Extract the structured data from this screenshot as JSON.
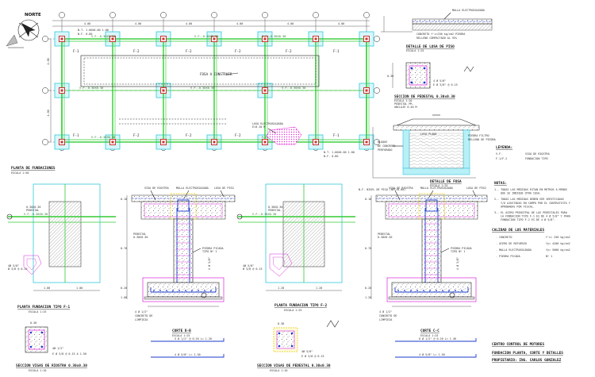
{
  "north": "NORTE",
  "plan": {
    "title": "PLANTA DE FUNDACIONES",
    "scale": "ESCALA 1:50",
    "dims_top": [
      "4.00",
      "4.00",
      "4.00",
      "4.00",
      "4.00",
      "4.00",
      "4.00"
    ],
    "dims_left": [
      "4.00",
      "4.00"
    ],
    "footings": [
      "F-1",
      "F-2",
      "F-2",
      "F-2",
      "F-2",
      "F-1"
    ],
    "beam_label": "V.F.-0.30X0.30",
    "nt_top_1": "N.T. 1.00X0.60 1.00",
    "nt_top_2": "N.F. 0.80",
    "nt_bot_1": "N.T. 1.00X0.60 1.00",
    "nt_bot_2": "N.F. 0.80",
    "tank_label": "FOSA A CONSTRUIR",
    "slab_label": "LOSA ELECTROSOLDADA",
    "slab_sub": "E=0.10 M"
  },
  "detail_viga_piso": {
    "top_label": "MALLA ELECTROSOLDADA",
    "sub_label": "CONCRETO f'c=250 kg/cm2 PIEDRA",
    "bottom_label": "RELLENO COMPACTADO AL 95%",
    "title": "DETALLE DE LOSA DE PISO",
    "scale": "ESCALA 1:25"
  },
  "seccion_pedestal": {
    "bar1": "4 Ø 5/8\"",
    "bar2": "E Ø 3/8\" @ 0.15",
    "title": "SECCION DE PEDESTAL 0.30x0.30",
    "sub1": "ESCALA 1:10",
    "sub2": "PEDESTAL PR.",
    "sub3": "ANCLAJE 0.40 M"
  },
  "detalle_fosa": {
    "label_wall": "LOSA PLANA",
    "label_inner": "PIEDRA FILTRO",
    "label_fill": "RELLENO DE PIEDRA",
    "label_left_1": "BLOQUE",
    "label_left_2": "DE CONCRETO",
    "label_left_3": "PERFORADO",
    "title": "DETALLE DE FOSA",
    "scale": "ESCALA 1:25",
    "bottom": "N.F. NIVEL DE PISO (NPT=0.00)"
  },
  "leyenda": {
    "title": "LEYENDA:",
    "items": [
      {
        "code": "V.F.",
        "desc": "VIGA DE RIOSTRA"
      },
      {
        "code": "F-1/F-2",
        "desc": "FUNDACION TIPO"
      }
    ]
  },
  "notas": {
    "title": "NOTAS:",
    "items": [
      "1.- TODAS LAS MEDIDAS ESTAN EN METROS A MENOS QUE SE INDIQUE OTRA COSA.",
      "2.- TODAS LAS MEDIDAS DEBEN SER VERIFICADAS Y/O AJUSTADAS EN CAMPO POR EL CONTRATISTA Y APROBADAS POR FISCAL.",
      "3.- EL ACERO PRINCIPAL DE LAS PEDESTALES PARA LA FUNDACION TIPO F-1 ES DE 4 Ø 5/8\" Y PARA FUNDACION TIPO F-2 ES DE 4 Ø 5/8\"."
    ]
  },
  "calidad": {
    "title": "CALIDAD DE LOS MATERIALES",
    "items": [
      {
        "name": "- CONCRETO",
        "val": "f'c= 250 kg/cm2"
      },
      {
        "name": "- ACERO DE REFUERZO",
        "val": "fy= 4200 kg/cm2"
      },
      {
        "name": "- MALLA ELECTROSOLDADA",
        "val": "fy= 5000 kg/cm2"
      },
      {
        "name": "- PIEDRA PICADA",
        "val": "Nº 1"
      }
    ]
  },
  "f1": {
    "title": "PLANTA FUNDACION TIPO F-1",
    "scale": "ESCALA 1:25",
    "pedestal": "PEDESTAL",
    "pedestal2": "0.30X0.30",
    "beam": "V.F.-0.30X0.30",
    "bars": "4Ø 5/8\"",
    "bars2": "Ø 3/8 @ 0.15",
    "dims": [
      "1.00",
      "1.00"
    ]
  },
  "sec_viga": {
    "title": "SECCION VIGAS DE RIOSTRA 0.30x0.30",
    "scale": "ESCALA 1:10",
    "bar": "4Ø 1/2\"",
    "stirrup": "E Ø 3/8 @ 0.15 A 1.50"
  },
  "corte_b": {
    "title": "CORTE B-B",
    "scale": "ESCALA 1:25",
    "top1": "VIGA DE RIOSTRA",
    "top2": "MALLA ELECTROSOLDADA",
    "top3": "LOSA DE PISO",
    "label_r1": "PIEDRA PICADA",
    "label_r2": "TIPO Nº 1",
    "label_l1": "PEDESTAL",
    "label_l2": "0.30X0.30",
    "base1": "4 Ø 1/2\"",
    "base2": "CONCRETO DE",
    "base3": "LIMPIEZA",
    "dims": [
      "0.10",
      "0.70",
      "0.20",
      "1.00"
    ],
    "bar_a": "5 Ø 1/2\" @ 0.20",
    "bar_a2": "L= 1.20",
    "bar_b": "4 Ø 5/8\"",
    "bar_b2": "L= 1.50"
  },
  "f2": {
    "title": "PLANTA FUNDACION TIPO F-2",
    "scale": "ESCALA 1:25",
    "pedestal": "PEDESTAL",
    "pedestal2": "0.30X0.30",
    "beam": "V.F.-0.30X0.30",
    "bars": "4Ø 5/8\"",
    "bars2": "Ø 3/8 @ 0.15",
    "dims": [
      "1.20",
      "1.20"
    ]
  },
  "sec_pedestal": {
    "title": "SECCION VIGAS DE PEDESTAL 0.30x0.30",
    "scale": "ESCALA 1:10",
    "bar": "4Ø 5/8\"",
    "stirrup": "E Ø 3/8 @ 0.15"
  },
  "corte_c": {
    "title": "CORTE C-C",
    "scale": "ESCALA 1:25",
    "top1": "VIGA DE RIOSTRA",
    "top2": "MALLA ELECTROSOLDADA",
    "top3": "LOSA DE PISO",
    "label_r1": "PIEDRA PICADA",
    "label_r2": "TIPO Nº 1",
    "label_l1": "PEDESTAL",
    "label_l2": "0.30X0.30",
    "base1": "4 Ø 1/2\"",
    "base2": "CONCRETO DE",
    "base3": "LIMPIEZA",
    "dims": [
      "0.10",
      "0.70",
      "0.20",
      "1.20"
    ],
    "bar_a": "6 Ø 1/2\" @ 0.20",
    "bar_a2": "L= 1.40",
    "bar_b": "4 Ø 5/8\"",
    "bar_b2": "L= 1.50"
  },
  "title_block": {
    "line1": "CENTRO CONTROL DE MOTORES",
    "line2": "FUNDACION PLANTA, CORTE Y DETALLES",
    "line3": "PROPIETARIO: ING. CARLOS GONZALEZ"
  },
  "colors": {
    "beam": "#33cc33",
    "footing": "#33c9d9",
    "rebar": "#d926d9",
    "pedestal": "#1a3acc",
    "column": "#cc3333"
  }
}
